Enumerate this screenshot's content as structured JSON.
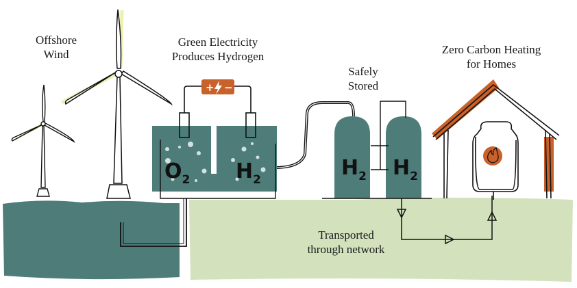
{
  "title": "Hydrogen from offshore wind",
  "labels": {
    "offshore_wind": "Offshore\nWind",
    "green_electricity": "Green Electricity\nProduces Hydrogen",
    "safely_stored": "Safely\nStored",
    "zero_carbon": "Zero Carbon Heating\nfor Homes",
    "transported": "Transported\nthrough network"
  },
  "electrolyser": {
    "left_symbol": "O",
    "left_subscript": "2",
    "right_symbol": "H",
    "right_subscript": "2",
    "battery_plus": "+",
    "battery_minus": "−"
  },
  "storage": {
    "tank1_symbol": "H",
    "tank1_subscript": "2",
    "tank2_symbol": "H",
    "tank2_subscript": "2"
  },
  "colors": {
    "teal": "#4e7d79",
    "light_green": "#d3e2bd",
    "orange": "#c8612a",
    "blade_glow": "#eef0b0",
    "ink": "#111111"
  }
}
